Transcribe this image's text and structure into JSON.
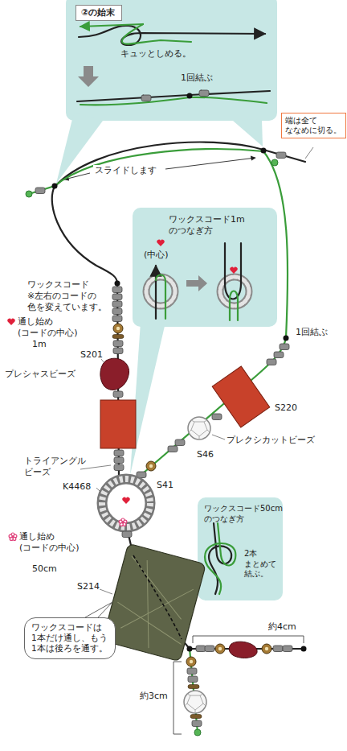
{
  "diagram": {
    "nodes": [
      {
        "text": [
          "キュッとしめる。",
          "1回結ぶ"
        ]
      },
      {
        "text": [
          "②の始末"
        ],
        "in": 0
      },
      {
        "text": [
          "端は全て ななめに切る。"
        ]
      },
      {
        "text": [
          "ワックスコード1m のつなぎ方",
          "(中心)"
        ]
      },
      {
        "text": [
          "ワックスコード50cm のつなぎ方",
          "2本 まとめて 結ぶ。"
        ]
      },
      {
        "text": [
          "ワックスコードは 1本だけ通し、もう 1本は後ろを通す。"
        ]
      }
    ],
    "labels": [
      "スライドします",
      "ワックスコード",
      "※左右のコードの 色を変えています。",
      "通し始め (コードの中心)",
      "1m",
      "S201",
      "プレシャスビーズ",
      "1回結ぶ",
      "S220",
      "プレクシカットビーズ",
      "S46",
      "トライアングル ビーズ",
      "S41",
      "K4468",
      "通し始め (コードの中心)",
      "50cm",
      "S214",
      "約4cm",
      "約3cm"
    ]
  }
}
